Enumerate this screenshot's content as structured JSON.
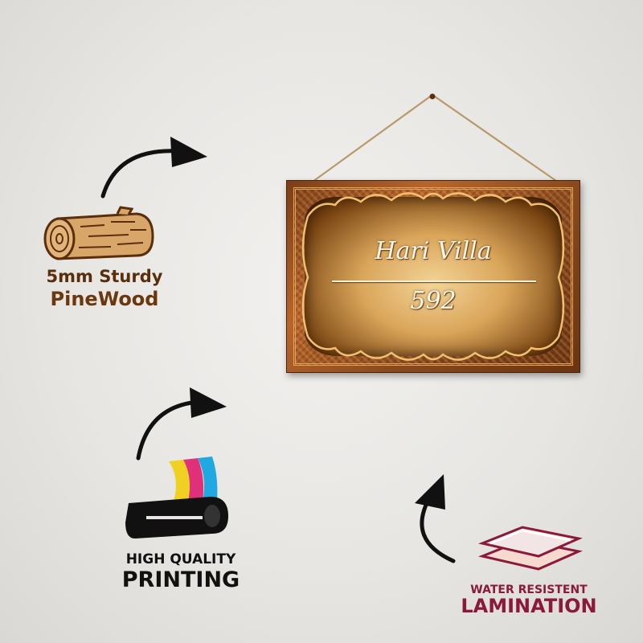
{
  "sign": {
    "name": "Hari Villa",
    "number": "592"
  },
  "features": {
    "wood": {
      "line1": "5mm Sturdy",
      "line2": "PineWood",
      "icon": "wood-log-icon"
    },
    "printing": {
      "line1": "HIGH QUALITY",
      "line2": "PRINTING",
      "icon": "printer-icon"
    },
    "lamination": {
      "line1": "WATER RESISTENT",
      "line2": "LAMINATION",
      "icon": "lamination-layers-icon"
    }
  },
  "colors": {
    "wood_brown": "#6b380e",
    "lamination_maroon": "#8a1a38",
    "print_black": "#111111",
    "sign_gold": "#d9a55a"
  }
}
